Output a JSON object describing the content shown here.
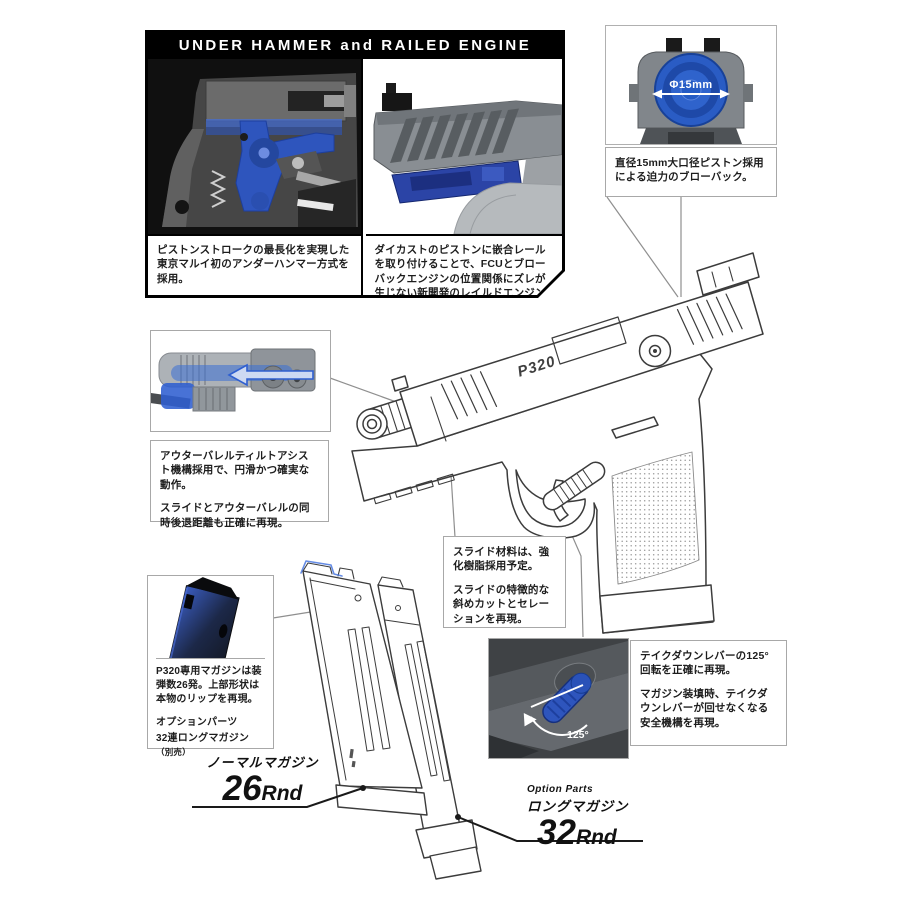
{
  "header": {
    "title": "UNDER HAMMER and RAILED ENGINE"
  },
  "under_hammer": {
    "caption": "ピストンストロークの最長化を実現した東京マルイ初のアンダーハンマー方式を採用。"
  },
  "railed_engine": {
    "caption": "ダイカストのピストンに嵌合レールを取り付けることで、FCUとブローバックエンジンの位置関係にズレが生じない新開発のレイルドエンジン搭載。"
  },
  "piston": {
    "diameter_label": "Φ15mm",
    "caption": "直径15mm大口径ピストン採用による迫力のブローバック。"
  },
  "outer_barrel": {
    "caption1": "アウターバレルティルトアシスト機構採用で、円滑かつ確実な動作。",
    "caption2": "スライドとアウターバレルの同時後退距離も正確に再現。"
  },
  "slide": {
    "marking": "P320",
    "caption1": "スライド材料は、強化樹脂採用予定。",
    "caption2": "スライドの特徴的な斜めカットとセレーションを再現。"
  },
  "takedown": {
    "angle_label": "125°",
    "caption1": "テイクダウンレバーの125°回転を正確に再現。",
    "caption2": "マガジン装填時、テイクダウンレバーが回せなくなる安全機構を再現。"
  },
  "magazine": {
    "caption1": "P320専用マガジンは装弾数26発。上部形状は本物のリップを再現。",
    "caption2": "オプションパーツ",
    "caption3": "32連ロングマガジン",
    "caption3_note": "（別売）",
    "normal": {
      "label": "ノーマルマガジン",
      "count": "26",
      "unit": "Rnd"
    },
    "long": {
      "label_en": "Option Parts",
      "label": "ロングマガジン",
      "count": "32",
      "unit": "Rnd"
    }
  },
  "colors": {
    "highlight_blue": "#2e55bd",
    "dark_blue": "#1d3f9e",
    "line_gray": "#3c3c3c",
    "panel_border": "#000000"
  }
}
